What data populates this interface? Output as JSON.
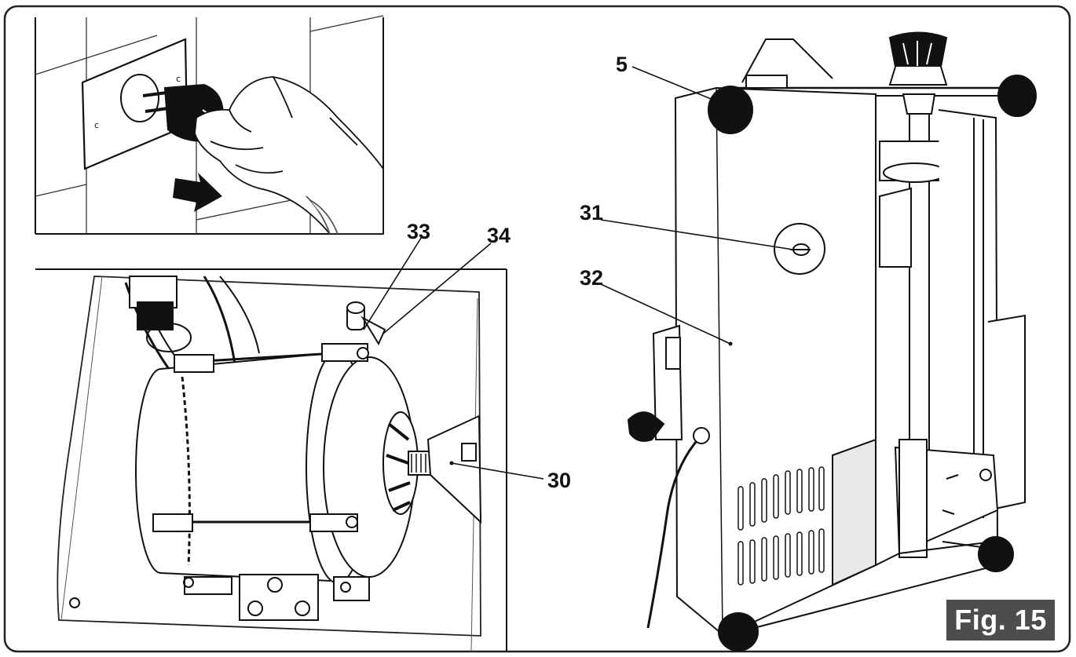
{
  "figure": {
    "label": "Fig. 15"
  },
  "callouts": {
    "c5": "5",
    "c30": "30",
    "c31": "31",
    "c32": "32",
    "c33": "33",
    "c34": "34"
  },
  "colors": {
    "ink": "#111111",
    "paper": "#ffffff",
    "badge": "#4d4d4d",
    "shade": "#d8d8d8"
  }
}
